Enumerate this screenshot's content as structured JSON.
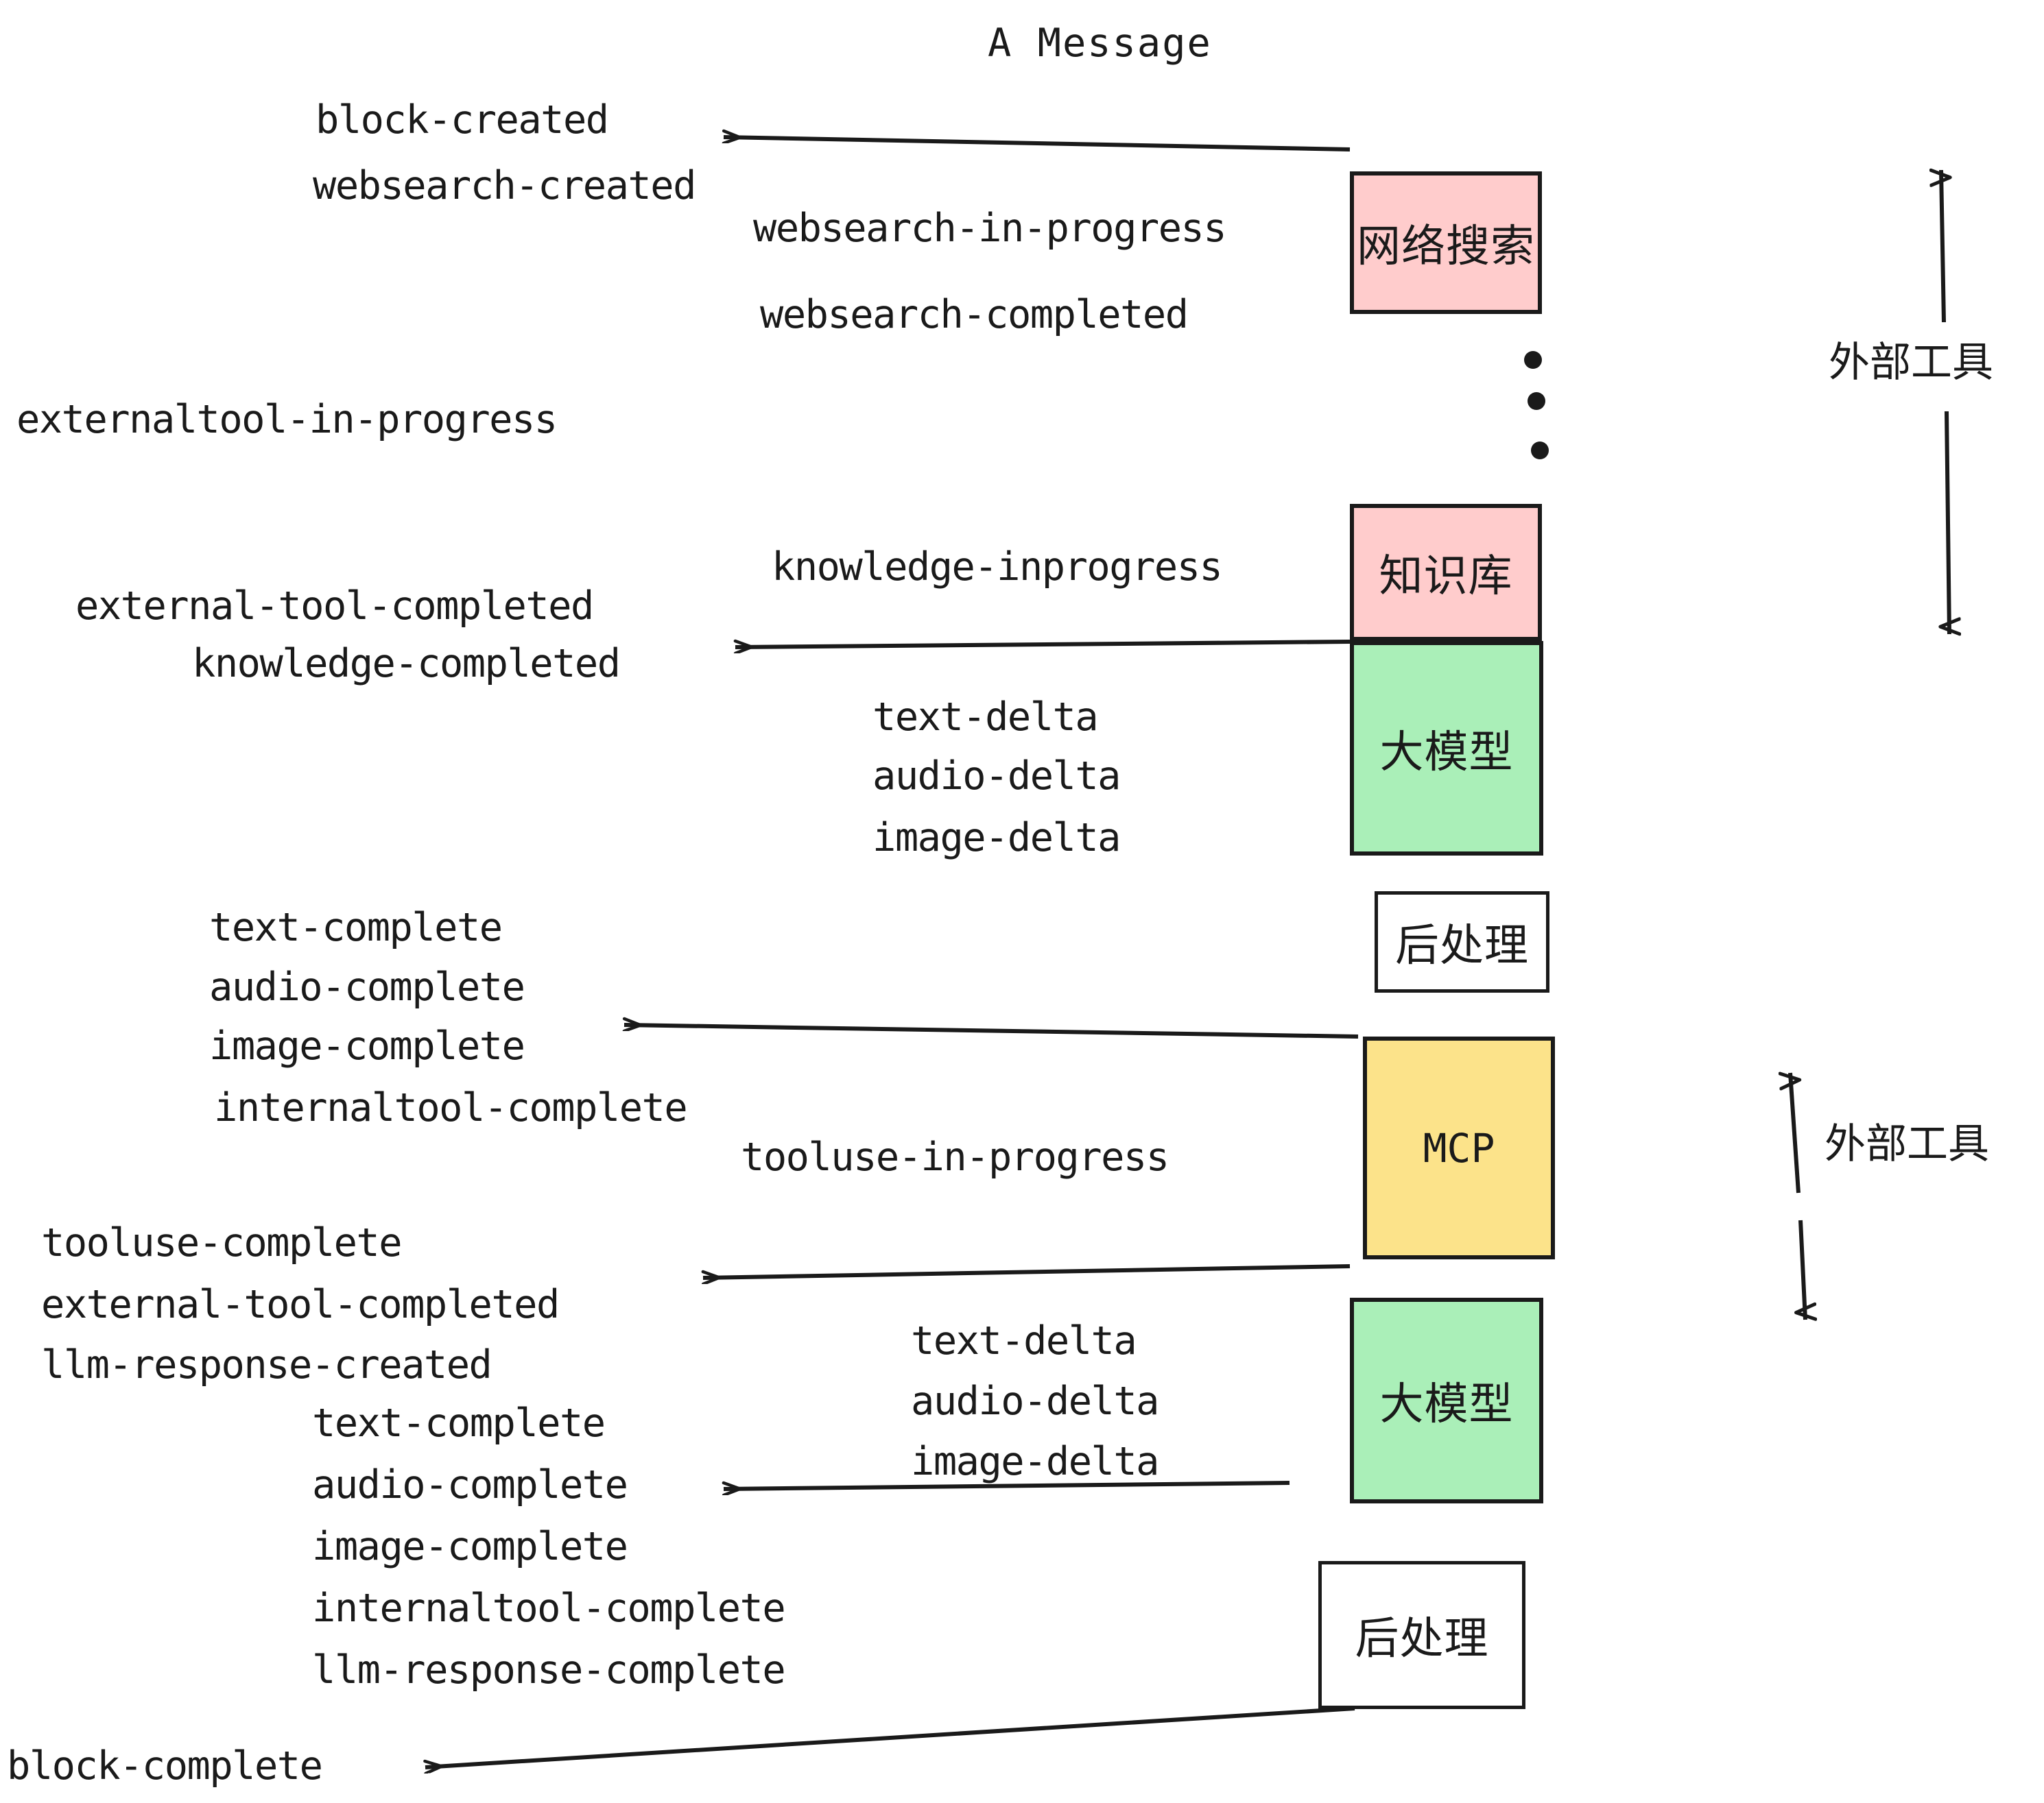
{
  "title": "A Message",
  "colors": {
    "pink": "#FFCCCC",
    "green": "#AAEFB8",
    "yellow": "#FCE38A",
    "white": "#FFFFFF",
    "stroke": "#1A1A1A",
    "background": "#FFFFFF"
  },
  "boxes": [
    {
      "id": "websearch",
      "label": "网络搜索",
      "fill": "pink"
    },
    {
      "id": "knowledgebase",
      "label": "知识库",
      "fill": "pink"
    },
    {
      "id": "llm-top",
      "label": "大模型",
      "fill": "green"
    },
    {
      "id": "postprocess-top",
      "label": "后处理",
      "fill": "white"
    },
    {
      "id": "mcp",
      "label": "MCP",
      "fill": "yellow"
    },
    {
      "id": "llm-bottom",
      "label": "大模型",
      "fill": "green"
    },
    {
      "id": "postprocess-bottom",
      "label": "后处理",
      "fill": "white"
    }
  ],
  "side_labels": [
    {
      "id": "external-tool-top",
      "label": "外部工具"
    },
    {
      "id": "external-tool-bottom",
      "label": "外部工具"
    }
  ],
  "events": [
    {
      "id": "block-created",
      "text": "block-created"
    },
    {
      "id": "websearch-created",
      "text": "websearch-created"
    },
    {
      "id": "websearch-in-progress",
      "text": "websearch-in-progress"
    },
    {
      "id": "websearch-completed",
      "text": "websearch-completed"
    },
    {
      "id": "externaltool-in-progress",
      "text": "externaltool-in-progress"
    },
    {
      "id": "knowledge-inprogress",
      "text": "knowledge-inprogress"
    },
    {
      "id": "external-tool-completed-1",
      "text": "external-tool-completed"
    },
    {
      "id": "knowledge-completed",
      "text": "knowledge-completed"
    },
    {
      "id": "text-delta-1",
      "text": "text-delta"
    },
    {
      "id": "audio-delta-1",
      "text": "audio-delta"
    },
    {
      "id": "image-delta-1",
      "text": "image-delta"
    },
    {
      "id": "text-complete-1",
      "text": "text-complete"
    },
    {
      "id": "audio-complete-1",
      "text": "audio-complete"
    },
    {
      "id": "image-complete-1",
      "text": "image-complete"
    },
    {
      "id": "internaltool-complete-1",
      "text": "internaltool-complete"
    },
    {
      "id": "tooluse-in-progress",
      "text": "tooluse-in-progress"
    },
    {
      "id": "tooluse-complete",
      "text": "tooluse-complete"
    },
    {
      "id": "external-tool-completed-2",
      "text": "external-tool-completed"
    },
    {
      "id": "llm-response-created",
      "text": "llm-response-created"
    },
    {
      "id": "text-delta-2",
      "text": "text-delta"
    },
    {
      "id": "audio-delta-2",
      "text": "audio-delta"
    },
    {
      "id": "image-delta-2",
      "text": "image-delta"
    },
    {
      "id": "text-complete-2",
      "text": "text-complete"
    },
    {
      "id": "audio-complete-2",
      "text": "audio-complete"
    },
    {
      "id": "image-complete-2",
      "text": "image-complete"
    },
    {
      "id": "internaltool-complete-2",
      "text": "internaltool-complete"
    },
    {
      "id": "llm-response-complete",
      "text": "llm-response-complete"
    },
    {
      "id": "block-complete",
      "text": "block-complete"
    }
  ],
  "ellipsis": {
    "id": "vertical-ellipsis",
    "dots": 3
  }
}
